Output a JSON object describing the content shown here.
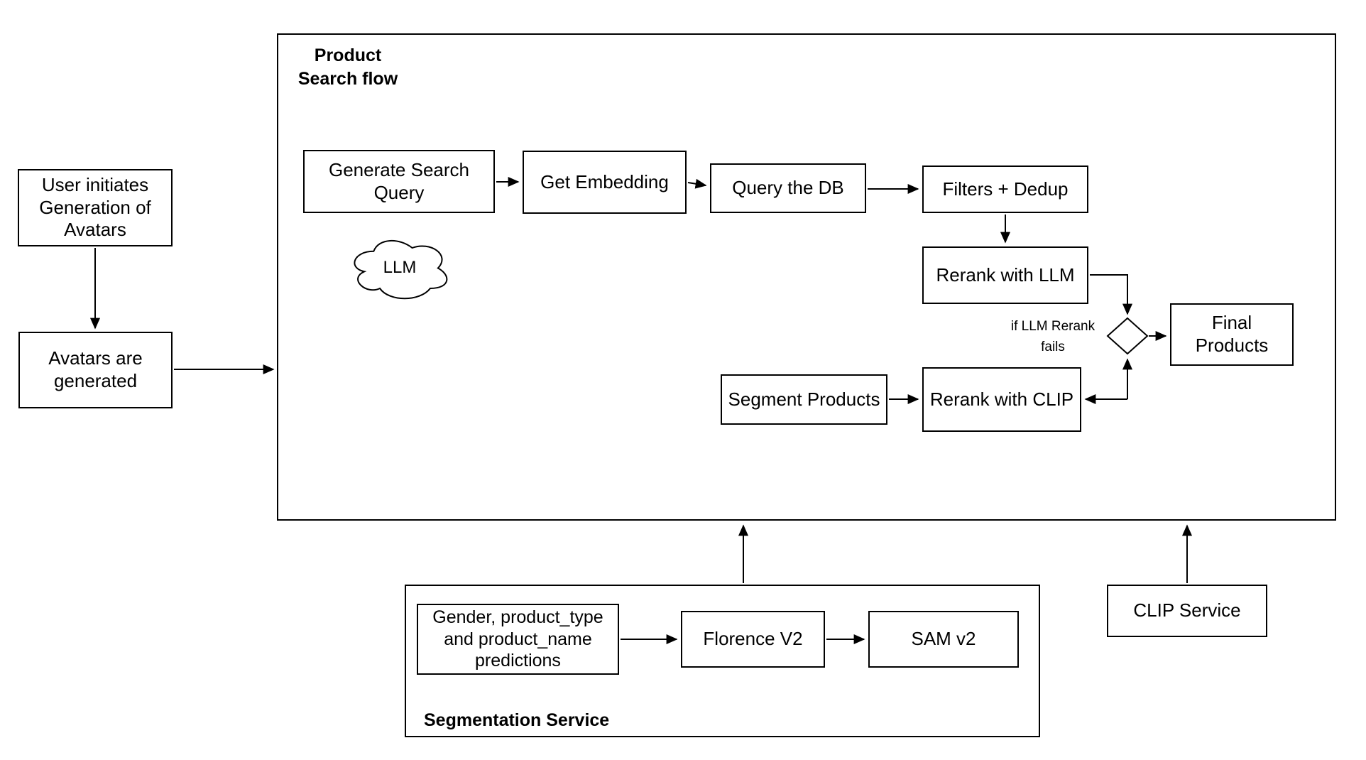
{
  "colors": {
    "stroke": "#000000",
    "background": "#ffffff"
  },
  "containers": {
    "product_search_flow": {
      "title": "Product\nSearch flow"
    },
    "segmentation_service": {
      "title": "Segmentation Service"
    }
  },
  "nodes": {
    "user_initiates": {
      "label": "User initiates\nGeneration of\nAvatars"
    },
    "avatars_generated": {
      "label": "Avatars are\ngenerated"
    },
    "generate_search_query": {
      "label": "Generate Search\nQuery"
    },
    "get_embedding": {
      "label": "Get Embedding"
    },
    "query_db": {
      "label": "Query the DB"
    },
    "filters_dedup": {
      "label": "Filters + Dedup"
    },
    "rerank_llm": {
      "label": "Rerank with LLM"
    },
    "final_products": {
      "label": "Final\nProducts"
    },
    "segment_products": {
      "label": "Segment Products"
    },
    "rerank_clip": {
      "label": "Rerank with CLIP"
    },
    "gender_predictions": {
      "label": "Gender, product_type\nand product_name\npredictions"
    },
    "florence_v2": {
      "label": "Florence V2"
    },
    "sam_v2": {
      "label": "SAM v2"
    },
    "clip_service": {
      "label": "CLIP Service"
    },
    "llm_cloud": {
      "label": "LLM"
    }
  },
  "annotations": {
    "if_llm_rerank_fails": "if LLM Rerank\nfails"
  }
}
